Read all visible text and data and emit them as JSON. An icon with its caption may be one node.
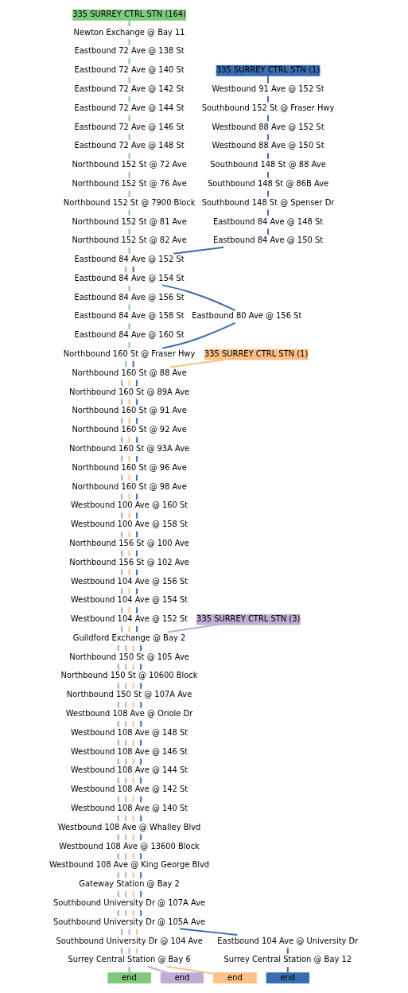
{
  "diagram": {
    "nodes": [
      {
        "text": [
          "335 SURREY CTRL STN (164)"
        ]
      },
      {
        "text": [
          "Newton Exchange @ Bay 11"
        ]
      },
      {
        "text": [
          "Eastbound 72 Ave @ 138 St"
        ]
      },
      {
        "text": [
          "Eastbound 72 Ave @ 140 St"
        ]
      },
      {
        "text": [
          "335 SURREY CTRL STN (1)"
        ]
      },
      {
        "text": [
          "Eastbound 72 Ave @ 142 St"
        ]
      },
      {
        "text": [
          "Westbound 91 Ave @ 152 St"
        ]
      },
      {
        "text": [
          "Eastbound 72 Ave @ 144 St"
        ]
      },
      {
        "text": [
          "Southbound 152 St @ Fraser Hwy"
        ]
      },
      {
        "text": [
          "Eastbound 72 Ave @ 146 St"
        ]
      },
      {
        "text": [
          "Westbound 88 Ave @ 152 St"
        ]
      },
      {
        "text": [
          "Eastbound 72 Ave @ 148 St"
        ]
      },
      {
        "text": [
          "Westbound 88 Ave @ 150 St"
        ]
      },
      {
        "text": [
          "Northbound 152 St @ 72 Ave"
        ]
      },
      {
        "text": [
          "Southbound 148 St @ 88 Ave"
        ]
      },
      {
        "text": [
          "Northbound 152 St @ 76 Ave"
        ]
      },
      {
        "text": [
          "Southbound 148 St @ 86B Ave"
        ]
      },
      {
        "text": [
          "Northbound 152 St @ 7900 Block"
        ]
      },
      {
        "text": [
          "Southbound 148 St @ Spenser Dr"
        ]
      },
      {
        "text": [
          "Northbound 152 St @ 81 Ave"
        ]
      },
      {
        "text": [
          "Eastbound 84 Ave @ 148 St"
        ]
      },
      {
        "text": [
          "Northbound 152 St @ 82 Ave"
        ]
      },
      {
        "text": [
          "Eastbound 84 Ave @ 150 St"
        ]
      },
      {
        "text": [
          "Eastbound 84 Ave @ 152 St"
        ]
      },
      {
        "text": [
          "Eastbound 84 Ave @ 154 St"
        ]
      },
      {
        "text": [
          "Eastbound 84 Ave @ 156 St"
        ]
      },
      {
        "text": [
          "Eastbound 84 Ave @ 158 St"
        ]
      },
      {
        "text": [
          "Eastbound 80 Ave @ 156 St"
        ]
      },
      {
        "text": [
          "Eastbound 84 Ave @ 160 St"
        ]
      },
      {
        "text": [
          "Northbound 160 St @ Fraser Hwy"
        ]
      },
      {
        "text": [
          "335 SURREY CTRL STN (1)"
        ]
      },
      {
        "text": [
          "Northbound 160 St @ 88 Ave"
        ]
      },
      {
        "text": [
          "Northbound 160 St @ 89A Ave"
        ]
      },
      {
        "text": [
          "Northbound 160 St @ 91 Ave"
        ]
      },
      {
        "text": [
          "Northbound 160 St @ 92 Ave"
        ]
      },
      {
        "text": [
          "Northbound 160 St @ 93A Ave"
        ]
      },
      {
        "text": [
          "Northbound 160 St @ 96 Ave"
        ]
      },
      {
        "text": [
          "Northbound 160 St @ 98 Ave"
        ]
      },
      {
        "text": [
          "Westbound 100 Ave @ 160 St"
        ]
      },
      {
        "text": [
          "Westbound 100 Ave @ 158 St"
        ]
      },
      {
        "text": [
          "Northbound 156 St @ 100 Ave"
        ]
      },
      {
        "text": [
          "Northbound 156 St @ 102 Ave"
        ]
      },
      {
        "text": [
          "Westbound 104 Ave @ 156 St"
        ]
      },
      {
        "text": [
          "Westbound 104 Ave @ 154 St"
        ]
      },
      {
        "text": [
          "Westbound 104 Ave @ 152 St"
        ]
      },
      {
        "text": [
          "335 SURREY CTRL STN (3)"
        ]
      },
      {
        "text": [
          "Guildford Exchange @ Bay 2"
        ]
      },
      {
        "text": [
          "Northbound 150 St @ 105 Ave"
        ]
      },
      {
        "text": [
          "Northbound 150 St @ 10600 Block"
        ]
      },
      {
        "text": [
          "Northbound 150 St @ 107A Ave"
        ]
      },
      {
        "text": [
          "Westbound 108 Ave @ Oriole Dr"
        ]
      },
      {
        "text": [
          "Westbound 108 Ave @ 148 St"
        ]
      },
      {
        "text": [
          "Westbound 108 Ave @ 146 St"
        ]
      },
      {
        "text": [
          "Westbound 108 Ave @ 144 St"
        ]
      },
      {
        "text": [
          "Westbound 108 Ave @ 142 St"
        ]
      },
      {
        "text": [
          "Westbound 108 Ave @ 140 St"
        ]
      },
      {
        "text": [
          "Westbound 108 Ave @ Whalley Blvd"
        ]
      },
      {
        "text": [
          "Westbound 108 Ave @ 13600 Block"
        ]
      },
      {
        "text": [
          "Westbound 108 Ave @ King George Blvd"
        ]
      },
      {
        "text": [
          "Gateway Station @ Bay 2"
        ]
      },
      {
        "text": [
          "Southbound University Dr @ 107A Ave"
        ]
      },
      {
        "text": [
          "Southbound University Dr @ 105A Ave"
        ]
      },
      {
        "text": [
          "Southbound University Dr @ 104 Ave"
        ]
      },
      {
        "text": [
          "Eastbound 104 Ave @ University Dr"
        ]
      },
      {
        "text": [
          "Surrey Central Station @ Bay 6"
        ]
      },
      {
        "text": [
          "Surrey Central Station @ Bay 12"
        ]
      },
      {
        "text": [
          "end"
        ]
      },
      {
        "text": [
          "end"
        ]
      },
      {
        "text": [
          "end"
        ]
      },
      {
        "text": [
          "end"
        ]
      }
    ],
    "edges": [
      {
        "from": 0,
        "to": 1,
        "arrow": "none",
        "color": "#7fc97f"
      },
      {
        "from": 1,
        "to": 2,
        "arrow": "none",
        "color": "#7fc97f"
      },
      {
        "from": 2,
        "to": 3,
        "arrow": "none",
        "color": "#7fc97f"
      },
      {
        "from": 3,
        "to": 5,
        "arrow": "none",
        "color": "#7fc97f"
      },
      {
        "from": 5,
        "to": 7,
        "arrow": "none",
        "color": "#7fc97f"
      },
      {
        "from": 7,
        "to": 9,
        "arrow": "none",
        "color": "#7fc97f"
      },
      {
        "from": 9,
        "to": 11,
        "arrow": "none",
        "color": "#7fc97f"
      },
      {
        "from": 11,
        "to": 13,
        "arrow": "none",
        "color": "#7fc97f"
      },
      {
        "from": 13,
        "to": 15,
        "arrow": "none",
        "color": "#7fc97f"
      },
      {
        "from": 15,
        "to": 17,
        "arrow": "none",
        "color": "#7fc97f"
      },
      {
        "from": 17,
        "to": 19,
        "arrow": "none",
        "color": "#7fc97f"
      },
      {
        "from": 19,
        "to": 21,
        "arrow": "none",
        "color": "#7fc97f"
      },
      {
        "from": 21,
        "to": 23,
        "arrow": "none",
        "color": "#7fc97f"
      },
      {
        "from": 23,
        "to": 24,
        "arrow": "none",
        "color": "#7fc97f"
      },
      {
        "from": 24,
        "to": 25,
        "arrow": "none",
        "color": "#7fc97f"
      },
      {
        "from": 25,
        "to": 26,
        "arrow": "none",
        "color": "#7fc97f"
      },
      {
        "from": 26,
        "to": 28,
        "arrow": "none",
        "color": "#7fc97f"
      },
      {
        "from": 28,
        "to": 29,
        "arrow": "none",
        "color": "#7fc97f"
      },
      {
        "from": 29,
        "to": 31,
        "arrow": "none",
        "color": "#7fc97f"
      },
      {
        "from": 31,
        "to": 32,
        "arrow": "none",
        "color": "#7fc97f"
      },
      {
        "from": 32,
        "to": 33,
        "arrow": "none",
        "color": "#7fc97f"
      },
      {
        "from": 33,
        "to": 34,
        "arrow": "none",
        "color": "#7fc97f"
      },
      {
        "from": 34,
        "to": 35,
        "arrow": "none",
        "color": "#7fc97f"
      },
      {
        "from": 35,
        "to": 36,
        "arrow": "none",
        "color": "#7fc97f"
      },
      {
        "from": 36,
        "to": 37,
        "arrow": "none",
        "color": "#7fc97f"
      },
      {
        "from": 37,
        "to": 38,
        "arrow": "none",
        "color": "#7fc97f"
      },
      {
        "from": 38,
        "to": 39,
        "arrow": "none",
        "color": "#7fc97f"
      },
      {
        "from": 39,
        "to": 40,
        "arrow": "none",
        "color": "#7fc97f"
      },
      {
        "from": 40,
        "to": 41,
        "arrow": "none",
        "color": "#7fc97f"
      },
      {
        "from": 41,
        "to": 42,
        "arrow": "none",
        "color": "#7fc97f"
      },
      {
        "from": 42,
        "to": 43,
        "arrow": "none",
        "color": "#7fc97f"
      },
      {
        "from": 43,
        "to": 44,
        "arrow": "none",
        "color": "#7fc97f"
      },
      {
        "from": 44,
        "to": 46,
        "arrow": "none",
        "color": "#7fc97f"
      },
      {
        "from": 46,
        "to": 47,
        "arrow": "none",
        "color": "#7fc97f"
      },
      {
        "from": 47,
        "to": 48,
        "arrow": "none",
        "color": "#7fc97f"
      },
      {
        "from": 48,
        "to": 49,
        "arrow": "none",
        "color": "#7fc97f"
      },
      {
        "from": 49,
        "to": 50,
        "arrow": "none",
        "color": "#7fc97f"
      },
      {
        "from": 50,
        "to": 51,
        "arrow": "none",
        "color": "#7fc97f"
      },
      {
        "from": 51,
        "to": 52,
        "arrow": "none",
        "color": "#7fc97f"
      },
      {
        "from": 52,
        "to": 53,
        "arrow": "none",
        "color": "#7fc97f"
      },
      {
        "from": 53,
        "to": 54,
        "arrow": "none",
        "color": "#7fc97f"
      },
      {
        "from": 54,
        "to": 55,
        "arrow": "none",
        "color": "#7fc97f"
      },
      {
        "from": 55,
        "to": 56,
        "arrow": "none",
        "color": "#7fc97f"
      },
      {
        "from": 56,
        "to": 57,
        "arrow": "none",
        "color": "#7fc97f"
      },
      {
        "from": 57,
        "to": 58,
        "arrow": "none",
        "color": "#7fc97f"
      },
      {
        "from": 58,
        "to": 59,
        "arrow": "none",
        "color": "#7fc97f"
      },
      {
        "from": 59,
        "to": 60,
        "arrow": "none",
        "color": "#7fc97f"
      },
      {
        "from": 60,
        "to": 61,
        "arrow": "none",
        "color": "#7fc97f"
      },
      {
        "from": 61,
        "to": 62,
        "arrow": "none",
        "color": "#7fc97f"
      },
      {
        "from": 62,
        "to": 64,
        "arrow": "none",
        "color": "#7fc97f"
      },
      {
        "from": 64,
        "to": 66,
        "arrow": "none",
        "color": "#7fc97f"
      },
      {
        "from": 45,
        "to": 46,
        "arrow": "none",
        "color": "#beaed4"
      },
      {
        "from": 46,
        "to": 47,
        "arrow": "none",
        "color": "#beaed4"
      },
      {
        "from": 47,
        "to": 48,
        "arrow": "none",
        "color": "#beaed4"
      },
      {
        "from": 48,
        "to": 49,
        "arrow": "none",
        "color": "#beaed4"
      },
      {
        "from": 49,
        "to": 50,
        "arrow": "none",
        "color": "#beaed4"
      },
      {
        "from": 50,
        "to": 51,
        "arrow": "none",
        "color": "#beaed4"
      },
      {
        "from": 51,
        "to": 52,
        "arrow": "none",
        "color": "#beaed4"
      },
      {
        "from": 52,
        "to": 53,
        "arrow": "none",
        "color": "#beaed4"
      },
      {
        "from": 53,
        "to": 54,
        "arrow": "none",
        "color": "#beaed4"
      },
      {
        "from": 54,
        "to": 55,
        "arrow": "none",
        "color": "#beaed4"
      },
      {
        "from": 55,
        "to": 56,
        "arrow": "none",
        "color": "#beaed4"
      },
      {
        "from": 56,
        "to": 57,
        "arrow": "none",
        "color": "#beaed4"
      },
      {
        "from": 57,
        "to": 58,
        "arrow": "none",
        "color": "#beaed4"
      },
      {
        "from": 58,
        "to": 59,
        "arrow": "none",
        "color": "#beaed4"
      },
      {
        "from": 59,
        "to": 60,
        "arrow": "none",
        "color": "#beaed4"
      },
      {
        "from": 60,
        "to": 61,
        "arrow": "none",
        "color": "#beaed4"
      },
      {
        "from": 61,
        "to": 62,
        "arrow": "none",
        "color": "#beaed4"
      },
      {
        "from": 62,
        "to": 64,
        "arrow": "none",
        "color": "#beaed4"
      },
      {
        "from": 64,
        "to": 67,
        "arrow": "none",
        "color": "#beaed4"
      },
      {
        "from": 30,
        "to": 31,
        "arrow": "none",
        "color": "#fdc086"
      },
      {
        "from": 31,
        "to": 32,
        "arrow": "none",
        "color": "#fdc086"
      },
      {
        "from": 32,
        "to": 33,
        "arrow": "none",
        "color": "#fdc086"
      },
      {
        "from": 33,
        "to": 34,
        "arrow": "none",
        "color": "#fdc086"
      },
      {
        "from": 34,
        "to": 35,
        "arrow": "none",
        "color": "#fdc086"
      },
      {
        "from": 35,
        "to": 36,
        "arrow": "none",
        "color": "#fdc086"
      },
      {
        "from": 36,
        "to": 37,
        "arrow": "none",
        "color": "#fdc086"
      },
      {
        "from": 37,
        "to": 38,
        "arrow": "none",
        "color": "#fdc086"
      },
      {
        "from": 38,
        "to": 39,
        "arrow": "none",
        "color": "#fdc086"
      },
      {
        "from": 39,
        "to": 40,
        "arrow": "none",
        "color": "#fdc086"
      },
      {
        "from": 40,
        "to": 41,
        "arrow": "none",
        "color": "#fdc086"
      },
      {
        "from": 41,
        "to": 42,
        "arrow": "none",
        "color": "#fdc086"
      },
      {
        "from": 42,
        "to": 43,
        "arrow": "none",
        "color": "#fdc086"
      },
      {
        "from": 43,
        "to": 44,
        "arrow": "none",
        "color": "#fdc086"
      },
      {
        "from": 44,
        "to": 46,
        "arrow": "none",
        "color": "#fdc086"
      },
      {
        "from": 46,
        "to": 47,
        "arrow": "none",
        "color": "#fdc086"
      },
      {
        "from": 47,
        "to": 48,
        "arrow": "none",
        "color": "#fdc086"
      },
      {
        "from": 48,
        "to": 49,
        "arrow": "none",
        "color": "#fdc086"
      },
      {
        "from": 49,
        "to": 50,
        "arrow": "none",
        "color": "#fdc086"
      },
      {
        "from": 50,
        "to": 51,
        "arrow": "none",
        "color": "#fdc086"
      },
      {
        "from": 51,
        "to": 52,
        "arrow": "none",
        "color": "#fdc086"
      },
      {
        "from": 52,
        "to": 53,
        "arrow": "none",
        "color": "#fdc086"
      },
      {
        "from": 53,
        "to": 54,
        "arrow": "none",
        "color": "#fdc086"
      },
      {
        "from": 54,
        "to": 55,
        "arrow": "none",
        "color": "#fdc086"
      },
      {
        "from": 55,
        "to": 56,
        "arrow": "none",
        "color": "#fdc086"
      },
      {
        "from": 56,
        "to": 57,
        "arrow": "none",
        "color": "#fdc086"
      },
      {
        "from": 57,
        "to": 58,
        "arrow": "none",
        "color": "#fdc086"
      },
      {
        "from": 58,
        "to": 59,
        "arrow": "none",
        "color": "#fdc086"
      },
      {
        "from": 59,
        "to": 60,
        "arrow": "none",
        "color": "#fdc086"
      },
      {
        "from": 60,
        "to": 61,
        "arrow": "none",
        "color": "#fdc086"
      },
      {
        "from": 61,
        "to": 62,
        "arrow": "none",
        "color": "#fdc086"
      },
      {
        "from": 62,
        "to": 64,
        "arrow": "none",
        "color": "#fdc086"
      },
      {
        "from": 64,
        "to": 68,
        "arrow": "none",
        "color": "#fdc086"
      },
      {
        "from": 4,
        "to": 6,
        "arrow": "none",
        "color": "#386cb0"
      },
      {
        "from": 6,
        "to": 8,
        "arrow": "none",
        "color": "#386cb0"
      },
      {
        "from": 8,
        "to": 10,
        "arrow": "none",
        "color": "#386cb0"
      },
      {
        "from": 10,
        "to": 12,
        "arrow": "none",
        "color": "#386cb0"
      },
      {
        "from": 12,
        "to": 14,
        "arrow": "none",
        "color": "#386cb0"
      },
      {
        "from": 14,
        "to": 16,
        "arrow": "none",
        "color": "#386cb0"
      },
      {
        "from": 16,
        "to": 18,
        "arrow": "none",
        "color": "#386cb0"
      },
      {
        "from": 18,
        "to": 20,
        "arrow": "none",
        "color": "#386cb0"
      },
      {
        "from": 20,
        "to": 22,
        "arrow": "none",
        "color": "#386cb0"
      },
      {
        "from": 22,
        "to": 23,
        "arrow": "none",
        "color": "#386cb0"
      },
      {
        "from": 23,
        "to": 24,
        "arrow": "none",
        "color": "#386cb0"
      },
      {
        "from": 24,
        "to": 27,
        "arrow": "none",
        "color": "#386cb0"
      },
      {
        "from": 27,
        "to": 29,
        "arrow": "none",
        "color": "#386cb0"
      },
      {
        "from": 29,
        "to": 31,
        "arrow": "none",
        "color": "#386cb0"
      },
      {
        "from": 31,
        "to": 32,
        "arrow": "none",
        "color": "#386cb0"
      },
      {
        "from": 32,
        "to": 33,
        "arrow": "none",
        "color": "#386cb0"
      },
      {
        "from": 33,
        "to": 34,
        "arrow": "none",
        "color": "#386cb0"
      },
      {
        "from": 34,
        "to": 35,
        "arrow": "none",
        "color": "#386cb0"
      },
      {
        "from": 35,
        "to": 36,
        "arrow": "none",
        "color": "#386cb0"
      },
      {
        "from": 36,
        "to": 37,
        "arrow": "none",
        "color": "#386cb0"
      },
      {
        "from": 37,
        "to": 38,
        "arrow": "none",
        "color": "#386cb0"
      },
      {
        "from": 38,
        "to": 39,
        "arrow": "none",
        "color": "#386cb0"
      },
      {
        "from": 39,
        "to": 40,
        "arrow": "none",
        "color": "#386cb0"
      },
      {
        "from": 40,
        "to": 41,
        "arrow": "none",
        "color": "#386cb0"
      },
      {
        "from": 41,
        "to": 42,
        "arrow": "none",
        "color": "#386cb0"
      },
      {
        "from": 42,
        "to": 43,
        "arrow": "none",
        "color": "#386cb0"
      },
      {
        "from": 43,
        "to": 44,
        "arrow": "none",
        "color": "#386cb0"
      },
      {
        "from": 44,
        "to": 46,
        "arrow": "none",
        "color": "#386cb0"
      },
      {
        "from": 46,
        "to": 47,
        "arrow": "none",
        "color": "#386cb0"
      },
      {
        "from": 47,
        "to": 48,
        "arrow": "none",
        "color": "#386cb0"
      },
      {
        "from": 48,
        "to": 49,
        "arrow": "none",
        "color": "#386cb0"
      },
      {
        "from": 49,
        "to": 50,
        "arrow": "none",
        "color": "#386cb0"
      },
      {
        "from": 50,
        "to": 51,
        "arrow": "none",
        "color": "#386cb0"
      },
      {
        "from": 51,
        "to": 52,
        "arrow": "none",
        "color": "#386cb0"
      },
      {
        "from": 52,
        "to": 53,
        "arrow": "none",
        "color": "#386cb0"
      },
      {
        "from": 53,
        "to": 54,
        "arrow": "none",
        "color": "#386cb0"
      },
      {
        "from": 54,
        "to": 55,
        "arrow": "none",
        "color": "#386cb0"
      },
      {
        "from": 55,
        "to": 56,
        "arrow": "none",
        "color": "#386cb0"
      },
      {
        "from": 56,
        "to": 57,
        "arrow": "none",
        "color": "#386cb0"
      },
      {
        "from": 57,
        "to": 58,
        "arrow": "none",
        "color": "#386cb0"
      },
      {
        "from": 58,
        "to": 59,
        "arrow": "none",
        "color": "#386cb0"
      },
      {
        "from": 59,
        "to": 60,
        "arrow": "none",
        "color": "#386cb0"
      },
      {
        "from": 60,
        "to": 61,
        "arrow": "none",
        "color": "#386cb0"
      },
      {
        "from": 61,
        "to": 63,
        "arrow": "none",
        "color": "#386cb0"
      },
      {
        "from": 63,
        "to": 65,
        "arrow": "none",
        "color": "#386cb0"
      },
      {
        "from": 65,
        "to": 69,
        "arrow": "none",
        "color": "#386cb0"
      }
    ]
  }
}
